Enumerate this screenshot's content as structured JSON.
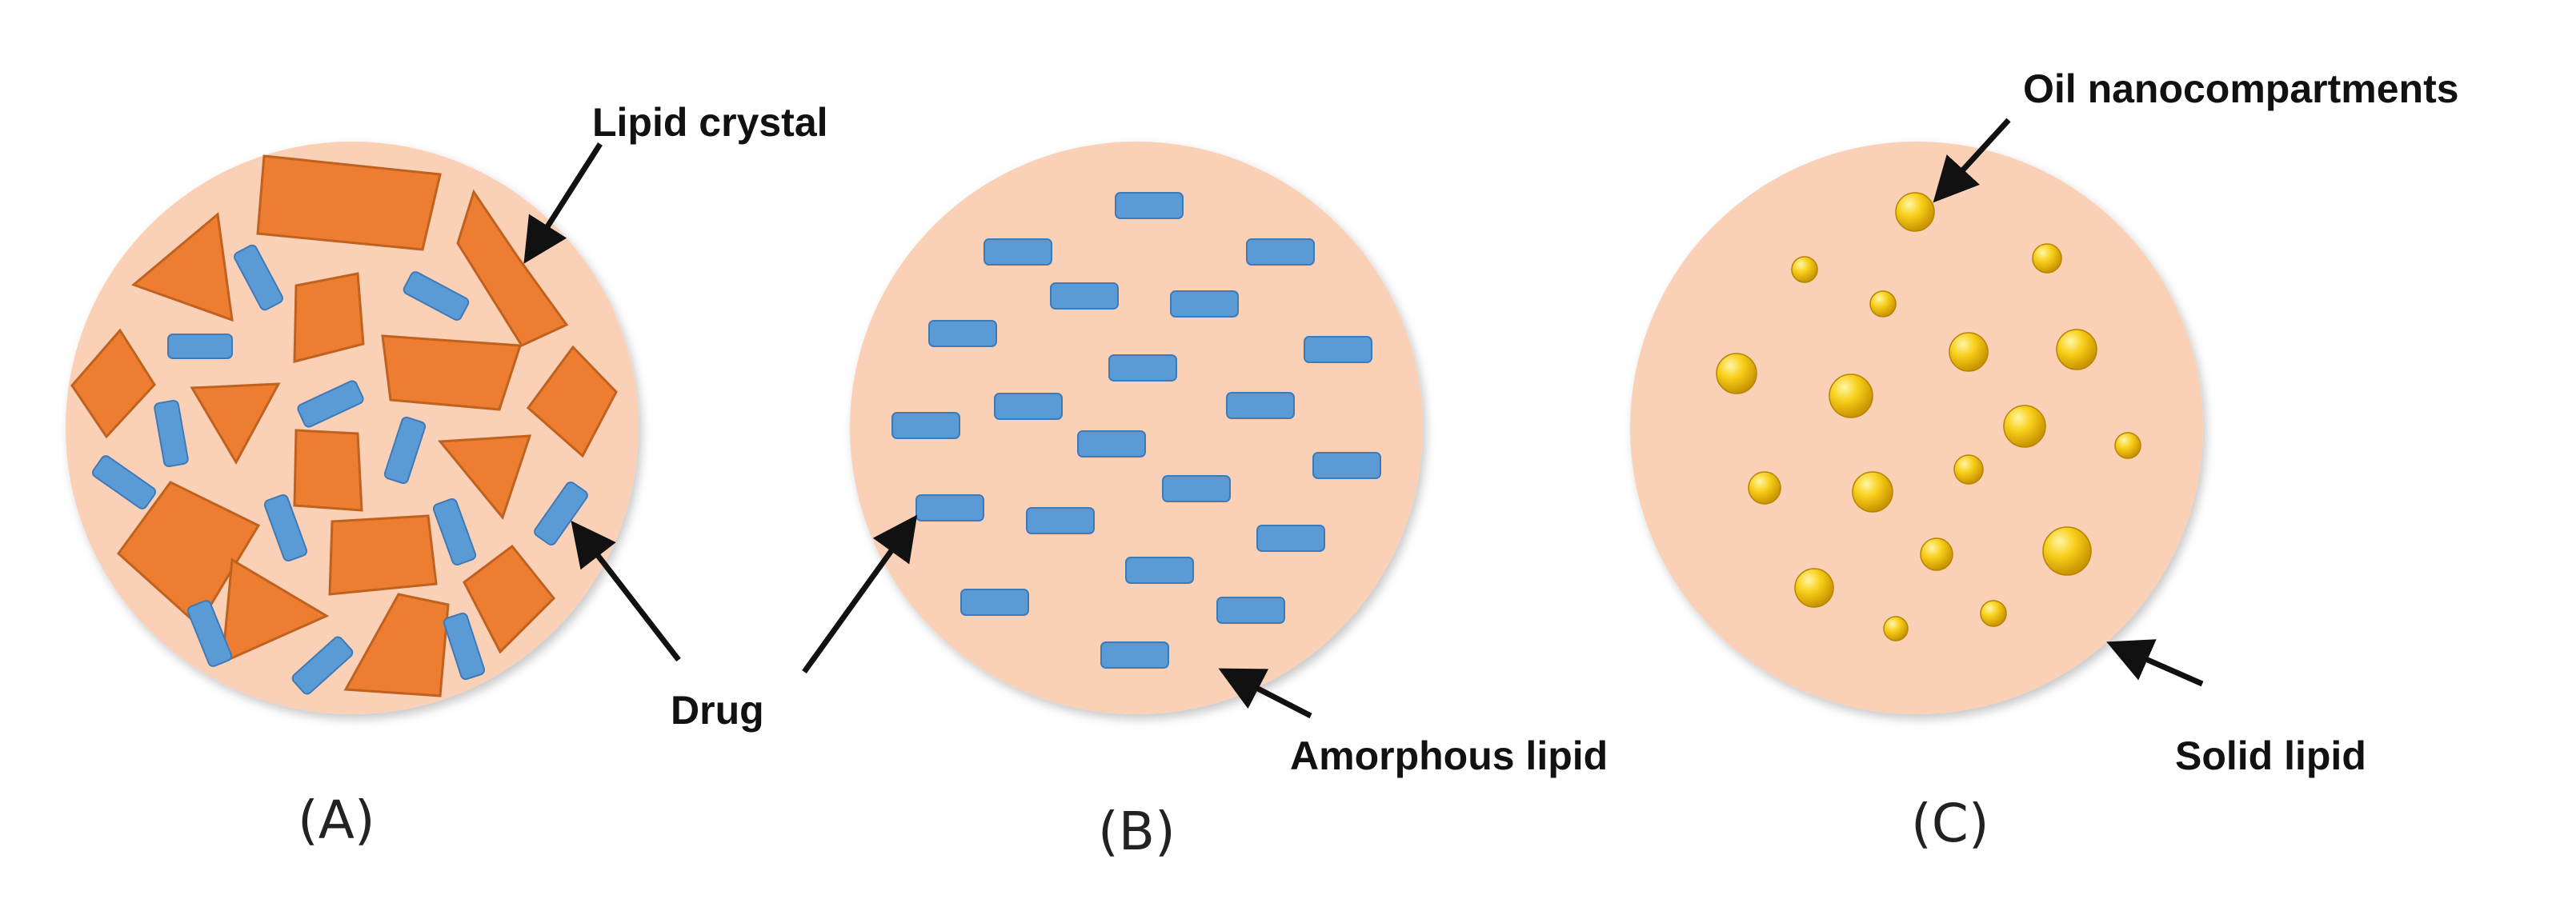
{
  "labels": {
    "lipid_crystal": "Lipid crystal",
    "drug": "Drug",
    "amorphous_lipid": "Amorphous lipid",
    "oil_nanocompartments": "Oil nanocompartments",
    "solid_lipid": "Solid lipid"
  },
  "panels": {
    "a": "(A)",
    "b": "(B)",
    "c": "(C)"
  },
  "colors": {
    "particle": "#FAD0B6",
    "crystal": "#ED7D31",
    "drug": "#5B9BD5",
    "oil": "#F4C20D"
  }
}
